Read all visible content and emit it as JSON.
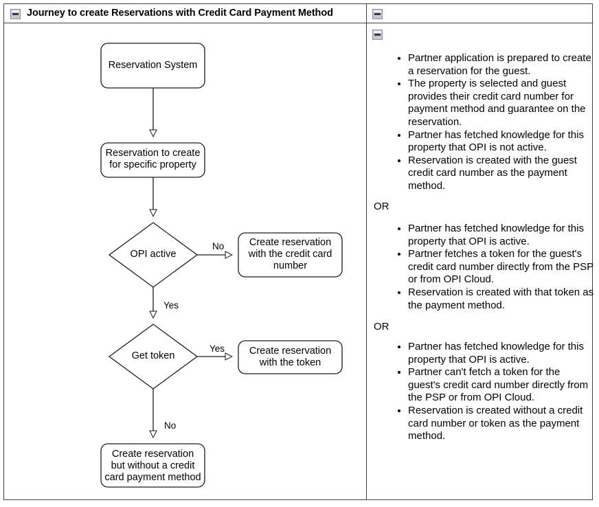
{
  "title": {
    "text": "Journey to create Reservations with Credit Card Payment Method",
    "collapse_icon": "collapse-minus-icon"
  },
  "right_panel_icons": {
    "header": "collapse-minus-icon",
    "body": "collapse-minus-icon"
  },
  "flowchart": {
    "nodes": [
      {
        "id": "reservation-system",
        "shape": "rounded-rect",
        "label": "Reservation System"
      },
      {
        "id": "reservation-to-create",
        "shape": "rounded-rect",
        "label": "Reservation to create\nfor specific property"
      },
      {
        "id": "opi-active",
        "shape": "diamond",
        "label": "OPI active"
      },
      {
        "id": "create-with-cc",
        "shape": "rounded-rect",
        "label": "Create reservation\nwith the credit card\nnumber"
      },
      {
        "id": "get-token",
        "shape": "diamond",
        "label": "Get token"
      },
      {
        "id": "create-with-token",
        "shape": "rounded-rect",
        "label": "Create reservation\nwith the token"
      },
      {
        "id": "create-without-cc",
        "shape": "rounded-rect",
        "label": "Create reservation\nbut without a credit\ncard payment method"
      }
    ],
    "edges": [
      {
        "from": "reservation-system",
        "to": "reservation-to-create",
        "label": ""
      },
      {
        "from": "reservation-to-create",
        "to": "opi-active",
        "label": ""
      },
      {
        "from": "opi-active",
        "to": "create-with-cc",
        "label": "No"
      },
      {
        "from": "opi-active",
        "to": "get-token",
        "label": "Yes"
      },
      {
        "from": "get-token",
        "to": "create-with-token",
        "label": "Yes"
      },
      {
        "from": "get-token",
        "to": "create-without-cc",
        "label": "No"
      }
    ],
    "edge_labels": {
      "opi_no": "No",
      "opi_yes": "Yes",
      "token_yes": "Yes",
      "token_no": "No"
    },
    "colors": {
      "stroke": "#1a1a1a",
      "fill": "#ffffff"
    }
  },
  "notes": {
    "separator_label": "OR",
    "groups": [
      {
        "id": "group-no-opi",
        "bullets": [
          "Partner application is prepared to create a reservation for the guest.",
          "The property is selected and guest provides their credit card number for payment method and guarantee on the reservation.",
          "Partner has fetched knowledge for this property that OPI is not active.",
          "Reservation is created with the guest credit card number as the payment method."
        ]
      },
      {
        "id": "group-opi-token",
        "bullets": [
          "Partner has fetched knowledge for this property that OPI is active.",
          "Partner fetches a token for the guest's credit card number directly from the PSP or from OPI Cloud.",
          "Reservation is created with that token as the payment method."
        ]
      },
      {
        "id": "group-opi-no-token",
        "bullets": [
          "Partner has fetched knowledge for this property that OPI is active.",
          "Partner can't fetch a token for the guest's credit card number directly from the PSP or from OPI Cloud.",
          "Reservation is created without a credit card number or token as the payment method."
        ]
      }
    ]
  }
}
